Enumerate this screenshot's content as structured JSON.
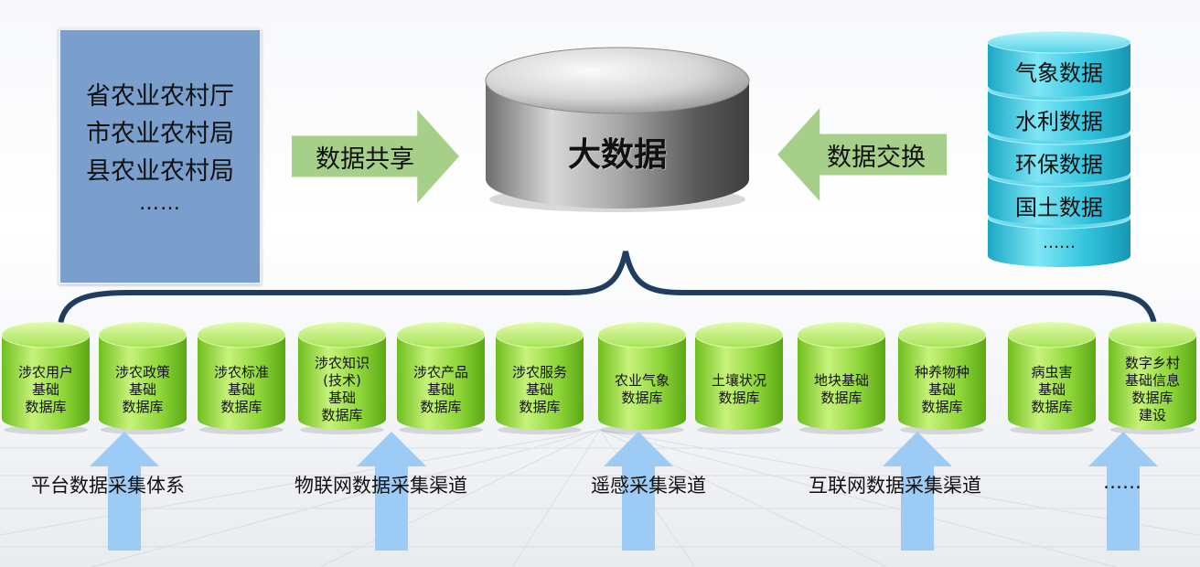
{
  "gov_box": {
    "lines": [
      "省农业农村厅",
      "市农业农村局",
      "县农业农村局"
    ],
    "more": "……"
  },
  "share_arrow": {
    "label": "数据共享"
  },
  "exchange_arrow": {
    "label": "数据交换"
  },
  "big_data": {
    "label": "大数据"
  },
  "external_stack": {
    "items": [
      "气象数据",
      "水利数据",
      "环保数据",
      "国土数据",
      "……"
    ]
  },
  "databases": [
    {
      "lines": [
        "涉农用户",
        "基础",
        "数据库"
      ]
    },
    {
      "lines": [
        "涉农政策",
        "基础",
        "数据库"
      ]
    },
    {
      "lines": [
        "涉农标准",
        "基础",
        "数据库"
      ]
    },
    {
      "lines": [
        "涉农知识",
        "(技术)",
        "基础",
        "数据库"
      ]
    },
    {
      "lines": [
        "涉农产品",
        "基础",
        "数据库"
      ]
    },
    {
      "lines": [
        "涉农服务",
        "基础",
        "数据库"
      ]
    },
    {
      "lines": [
        "农业气象",
        "数据库"
      ]
    },
    {
      "lines": [
        "土壤状况",
        "数据库"
      ]
    },
    {
      "lines": [
        "地块基础",
        "数据库"
      ]
    },
    {
      "lines": [
        "种养物种",
        "基础",
        "数据库"
      ]
    },
    {
      "lines": [
        "病虫害",
        "基础",
        "数据库"
      ]
    },
    {
      "lines": [
        "数字乡村",
        "基础信息",
        "数据库",
        "建设"
      ]
    }
  ],
  "channels": [
    {
      "label": "平台数据采集体系"
    },
    {
      "label": "物联网数据采集渠道"
    },
    {
      "label": "遥感采集渠道"
    },
    {
      "label": "互联网数据采集渠道"
    },
    {
      "label": "……"
    }
  ],
  "colors": {
    "gov_box": "#7a9fcc",
    "arrow_green": "#a6d08a",
    "db_green": "#8fd63a",
    "stack_cyan": "#35c6de",
    "brace": "#1f3d5c",
    "up_arrow": "#9ccbf5"
  }
}
